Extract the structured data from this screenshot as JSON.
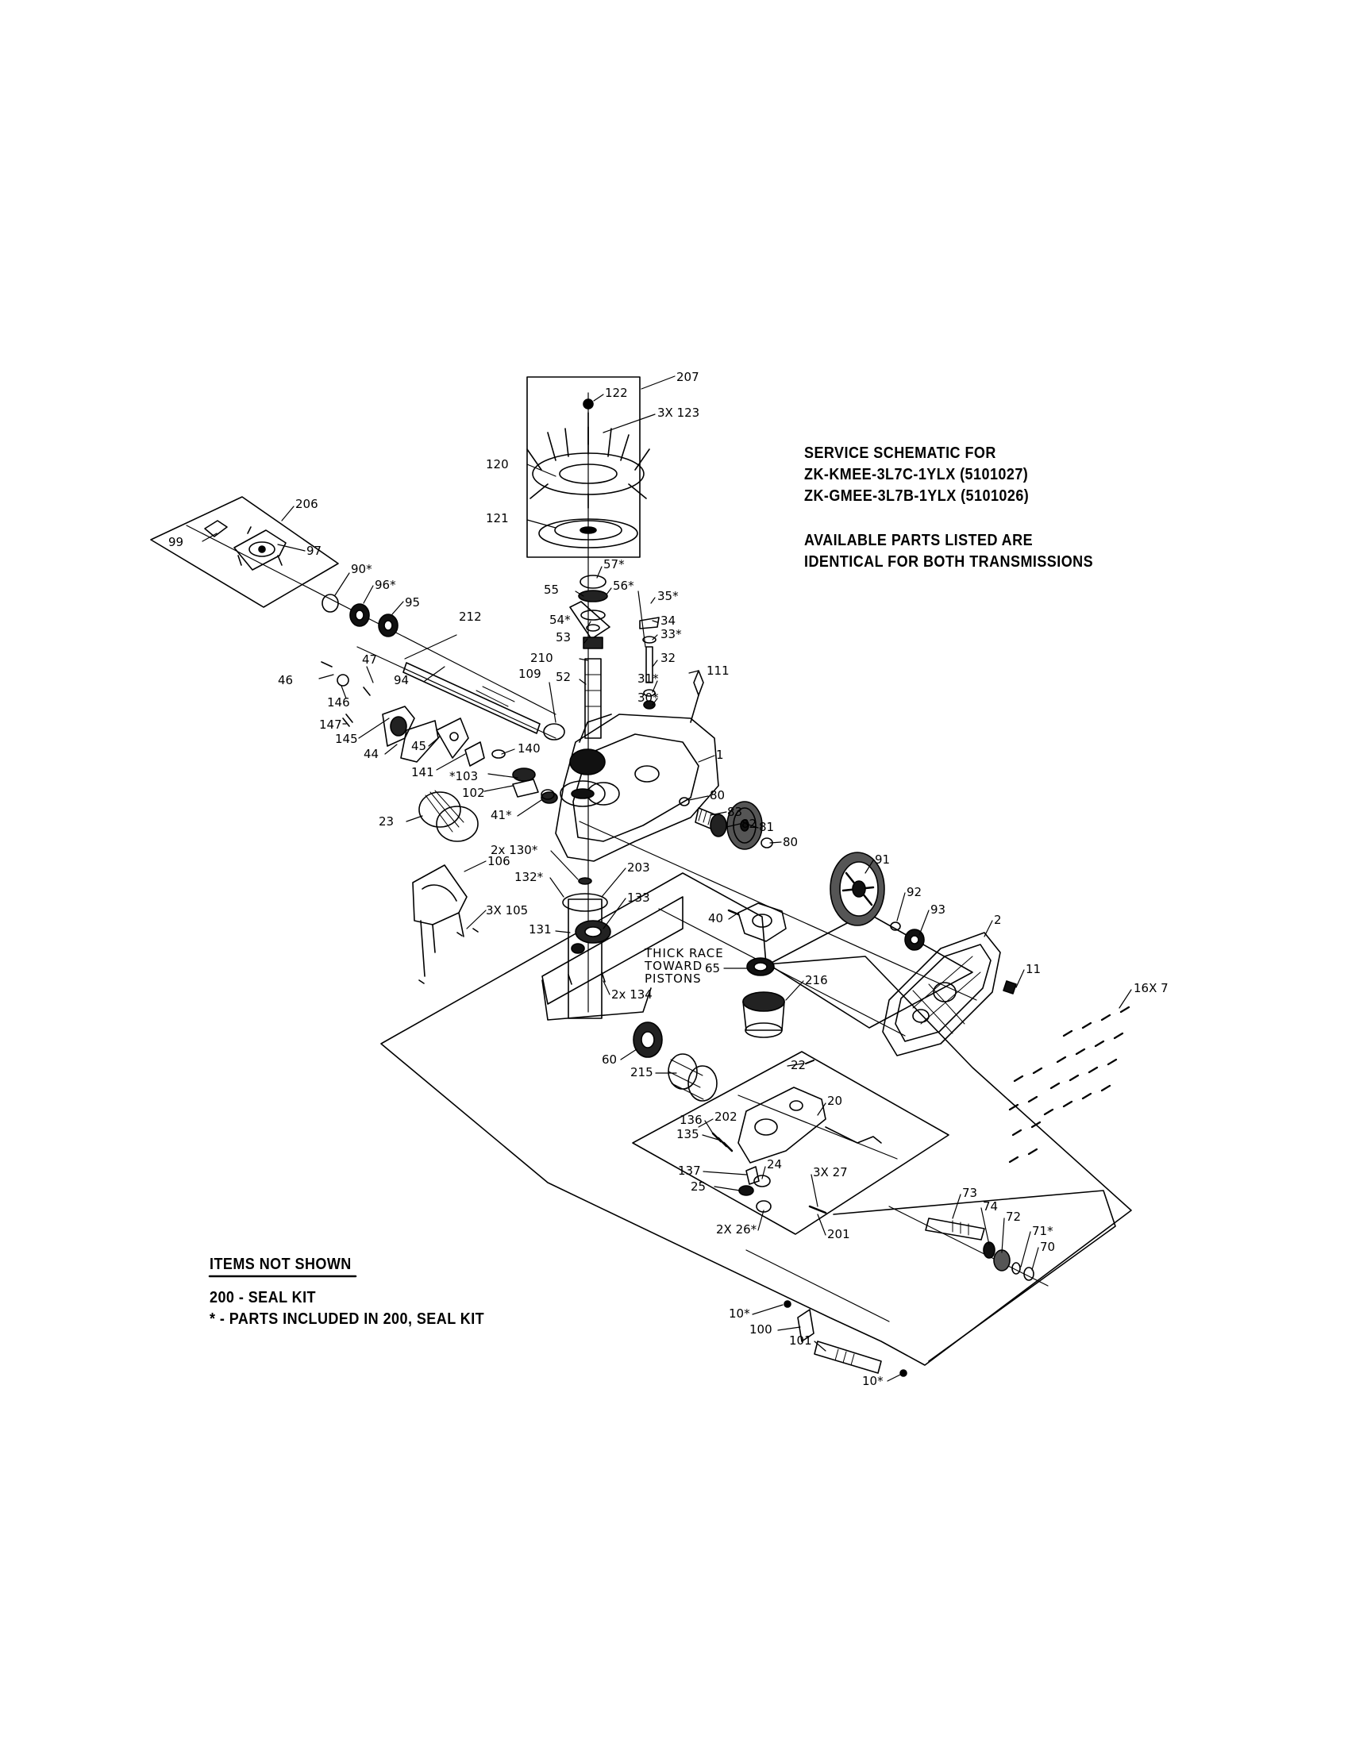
{
  "schematic": {
    "title_lines": [
      "SERVICE SCHEMATIC FOR",
      "ZK-KMEE-3L7C-1YLX (5101027)",
      "ZK-GMEE-3L7B-1YLX (5101026)"
    ],
    "note_lines": [
      "AVAILABLE PARTS LISTED ARE",
      "IDENTICAL FOR BOTH TRANSMISSIONS"
    ]
  },
  "items_not_shown": {
    "heading": "ITEMS NOT SHOWN",
    "lines": [
      "200 - SEAL KIT",
      "* - PARTS INCLUDED IN 200, SEAL KIT"
    ]
  },
  "assembly_note": [
    "THICK RACE",
    "TOWARD",
    "PISTONS"
  ],
  "part_labels": [
    "207",
    "122",
    "3X 123",
    "120",
    "121",
    "206",
    "99",
    "97",
    "90*",
    "96*",
    "95",
    "57*",
    "56*",
    "55",
    "35*",
    "54*",
    "34",
    "53",
    "33*",
    "212",
    "210",
    "32",
    "94",
    "52",
    "109",
    "31*",
    "111",
    "30*",
    "47",
    "46",
    "146",
    "147",
    "145",
    "44",
    "45",
    "140",
    "1",
    "141",
    "*103",
    "102",
    "23",
    "41*",
    "80",
    "83",
    "82",
    "81",
    "2x 130*",
    "80",
    "106",
    "203",
    "91",
    "132*",
    "133",
    "3X 105",
    "40",
    "92",
    "93",
    "2",
    "131",
    "65",
    "216",
    "11",
    "2x 134",
    "16X 7",
    "60",
    "215",
    "22",
    "202",
    "20",
    "136",
    "135",
    "24",
    "3X 27",
    "137",
    "25",
    "73",
    "74",
    "72",
    "2X 26*",
    "201",
    "71*",
    "70",
    "10*",
    "100",
    "101",
    "10*"
  ]
}
